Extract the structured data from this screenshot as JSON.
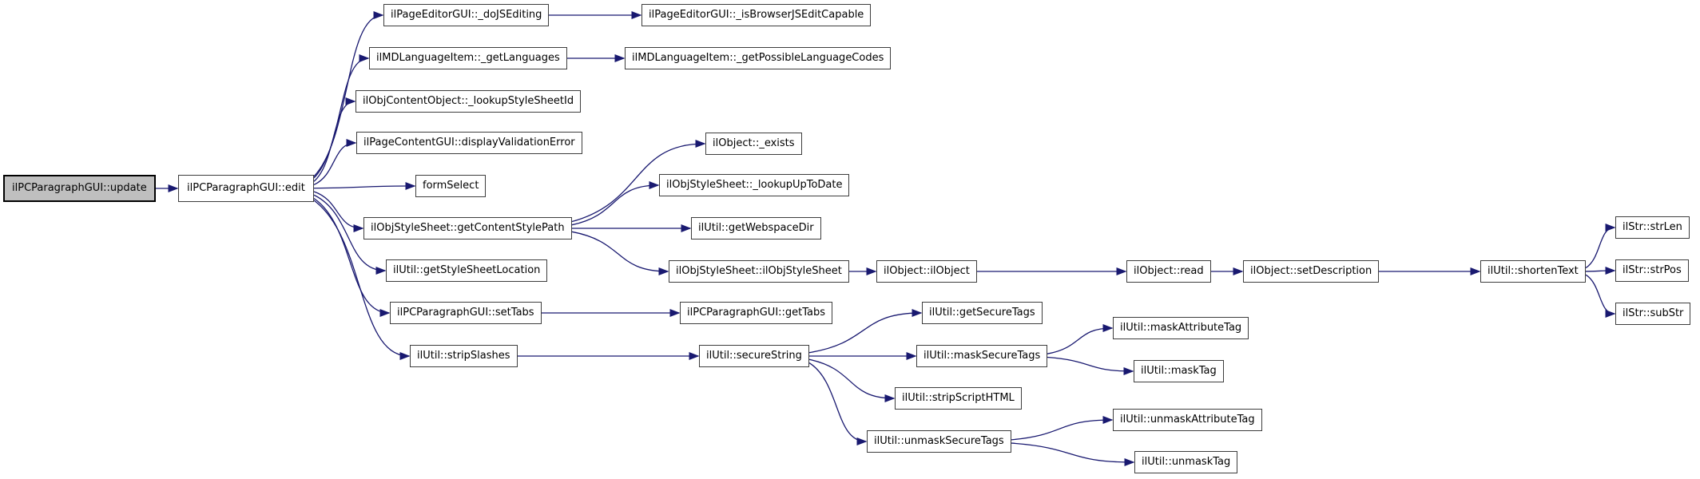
{
  "diagram": {
    "type": "call-graph",
    "colors": {
      "background": "#ffffff",
      "edge": "#191970",
      "node_border": "#3d3d3d",
      "node_fill": "#ffffff",
      "highlight_node_fill": "#bfbfbf",
      "text": "#000000"
    },
    "nodes": [
      {
        "id": "update",
        "label": "ilPCParagraphGUI::update",
        "highlight": true
      },
      {
        "id": "edit",
        "label": "ilPCParagraphGUI::edit"
      },
      {
        "id": "doJSEditing",
        "label": "ilPageEditorGUI::_doJSEditing"
      },
      {
        "id": "isBrowserJSEditCapable",
        "label": "ilPageEditorGUI::_isBrowserJSEditCapable"
      },
      {
        "id": "getLanguages",
        "label": "ilMDLanguageItem::_getLanguages"
      },
      {
        "id": "getPossibleLanguageCodes",
        "label": "ilMDLanguageItem::_getPossibleLanguageCodes"
      },
      {
        "id": "lookupStyleSheetId",
        "label": "ilObjContentObject::_lookupStyleSheetId"
      },
      {
        "id": "displayValidationError",
        "label": "ilPageContentGUI::displayValidationError"
      },
      {
        "id": "formSelect",
        "label": "formSelect"
      },
      {
        "id": "getContentStylePath",
        "label": "ilObjStyleSheet::getContentStylePath"
      },
      {
        "id": "exists",
        "label": "ilObject::_exists"
      },
      {
        "id": "lookupUpToDate",
        "label": "ilObjStyleSheet::_lookupUpToDate"
      },
      {
        "id": "getWebspaceDir",
        "label": "ilUtil::getWebspaceDir"
      },
      {
        "id": "objStyleSheetCtor",
        "label": "ilObjStyleSheet::ilObjStyleSheet"
      },
      {
        "id": "objectCtor",
        "label": "ilObject::ilObject"
      },
      {
        "id": "read",
        "label": "ilObject::read"
      },
      {
        "id": "setDescription",
        "label": "ilObject::setDescription"
      },
      {
        "id": "shortenText",
        "label": "ilUtil::shortenText"
      },
      {
        "id": "strLen",
        "label": "ilStr::strLen"
      },
      {
        "id": "strPos",
        "label": "ilStr::strPos"
      },
      {
        "id": "subStr",
        "label": "ilStr::subStr"
      },
      {
        "id": "getStyleSheetLocation",
        "label": "ilUtil::getStyleSheetLocation"
      },
      {
        "id": "setTabs",
        "label": "ilPCParagraphGUI::setTabs"
      },
      {
        "id": "stripSlashes",
        "label": "ilUtil::stripSlashes"
      },
      {
        "id": "getTabs",
        "label": "ilPCParagraphGUI::getTabs"
      },
      {
        "id": "getSecureTags",
        "label": "ilUtil::getSecureTags"
      },
      {
        "id": "secureString",
        "label": "ilUtil::secureString"
      },
      {
        "id": "maskSecureTags",
        "label": "ilUtil::maskSecureTags"
      },
      {
        "id": "maskAttributeTag",
        "label": "ilUtil::maskAttributeTag"
      },
      {
        "id": "maskTag",
        "label": "ilUtil::maskTag"
      },
      {
        "id": "stripScriptHTML",
        "label": "ilUtil::stripScriptHTML"
      },
      {
        "id": "unmaskSecureTags",
        "label": "ilUtil::unmaskSecureTags"
      },
      {
        "id": "unmaskAttributeTag",
        "label": "ilUtil::unmaskAttributeTag"
      },
      {
        "id": "unmaskTag",
        "label": "ilUtil::unmaskTag"
      }
    ],
    "edges": [
      {
        "from": "update",
        "to": "edit"
      },
      {
        "from": "edit",
        "to": "doJSEditing"
      },
      {
        "from": "edit",
        "to": "getLanguages"
      },
      {
        "from": "edit",
        "to": "lookupStyleSheetId"
      },
      {
        "from": "edit",
        "to": "displayValidationError"
      },
      {
        "from": "edit",
        "to": "formSelect"
      },
      {
        "from": "edit",
        "to": "getContentStylePath"
      },
      {
        "from": "edit",
        "to": "getStyleSheetLocation"
      },
      {
        "from": "edit",
        "to": "setTabs"
      },
      {
        "from": "edit",
        "to": "stripSlashes"
      },
      {
        "from": "doJSEditing",
        "to": "isBrowserJSEditCapable"
      },
      {
        "from": "getLanguages",
        "to": "getPossibleLanguageCodes"
      },
      {
        "from": "getContentStylePath",
        "to": "exists"
      },
      {
        "from": "getContentStylePath",
        "to": "lookupUpToDate"
      },
      {
        "from": "getContentStylePath",
        "to": "getWebspaceDir"
      },
      {
        "from": "getContentStylePath",
        "to": "objStyleSheetCtor"
      },
      {
        "from": "objStyleSheetCtor",
        "to": "objectCtor"
      },
      {
        "from": "objectCtor",
        "to": "read"
      },
      {
        "from": "read",
        "to": "setDescription"
      },
      {
        "from": "setDescription",
        "to": "shortenText"
      },
      {
        "from": "shortenText",
        "to": "strLen"
      },
      {
        "from": "shortenText",
        "to": "strPos"
      },
      {
        "from": "shortenText",
        "to": "subStr"
      },
      {
        "from": "setTabs",
        "to": "getTabs"
      },
      {
        "from": "stripSlashes",
        "to": "secureString"
      },
      {
        "from": "secureString",
        "to": "getSecureTags"
      },
      {
        "from": "secureString",
        "to": "maskSecureTags"
      },
      {
        "from": "secureString",
        "to": "stripScriptHTML"
      },
      {
        "from": "secureString",
        "to": "unmaskSecureTags"
      },
      {
        "from": "maskSecureTags",
        "to": "maskAttributeTag"
      },
      {
        "from": "maskSecureTags",
        "to": "maskTag"
      },
      {
        "from": "unmaskSecureTags",
        "to": "unmaskAttributeTag"
      },
      {
        "from": "unmaskSecureTags",
        "to": "unmaskTag"
      }
    ]
  }
}
